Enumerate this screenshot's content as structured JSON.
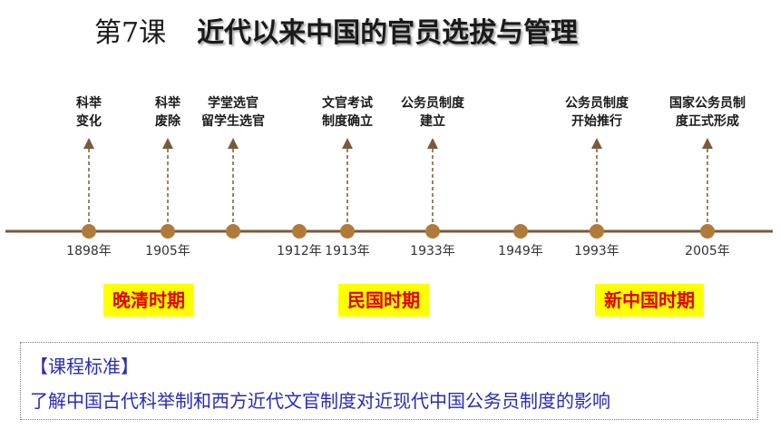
{
  "title": {
    "lesson": "第7课",
    "text": "近代以来中国的官员选拔与管理"
  },
  "colors": {
    "axis": "#7a5a3a",
    "node": "#b07a3a",
    "period_bg": "#ffff00",
    "period_text": "#e00000",
    "standard_text": "#2a2ab8"
  },
  "timeline": {
    "nodes": [
      {
        "year": "1898年",
        "event": [
          "科举",
          "变化"
        ]
      },
      {
        "year": "1905年",
        "event": [
          "科举",
          "废除"
        ]
      },
      {
        "year": "",
        "event": [
          "学堂选官",
          "留学生选官"
        ]
      },
      {
        "year": "1912年",
        "event": []
      },
      {
        "year": "1913年",
        "event": [
          "文官考试",
          "制度确立"
        ]
      },
      {
        "year": "1933年",
        "event": [
          "公务员制度",
          "建立"
        ]
      },
      {
        "year": "1949年",
        "event": []
      },
      {
        "year": "1993年",
        "event": [
          "公务员制度",
          "开始推行"
        ]
      },
      {
        "year": "2005年",
        "event": [
          "国家公务员制",
          "度正式形成"
        ]
      }
    ],
    "periods": [
      "晚清时期",
      "民国时期",
      "新中国时期"
    ]
  },
  "standard": {
    "heading": "【课程标准】",
    "text": "了解中国古代科举制和西方近代文官制度对近现代中国公务员制度的影响"
  }
}
